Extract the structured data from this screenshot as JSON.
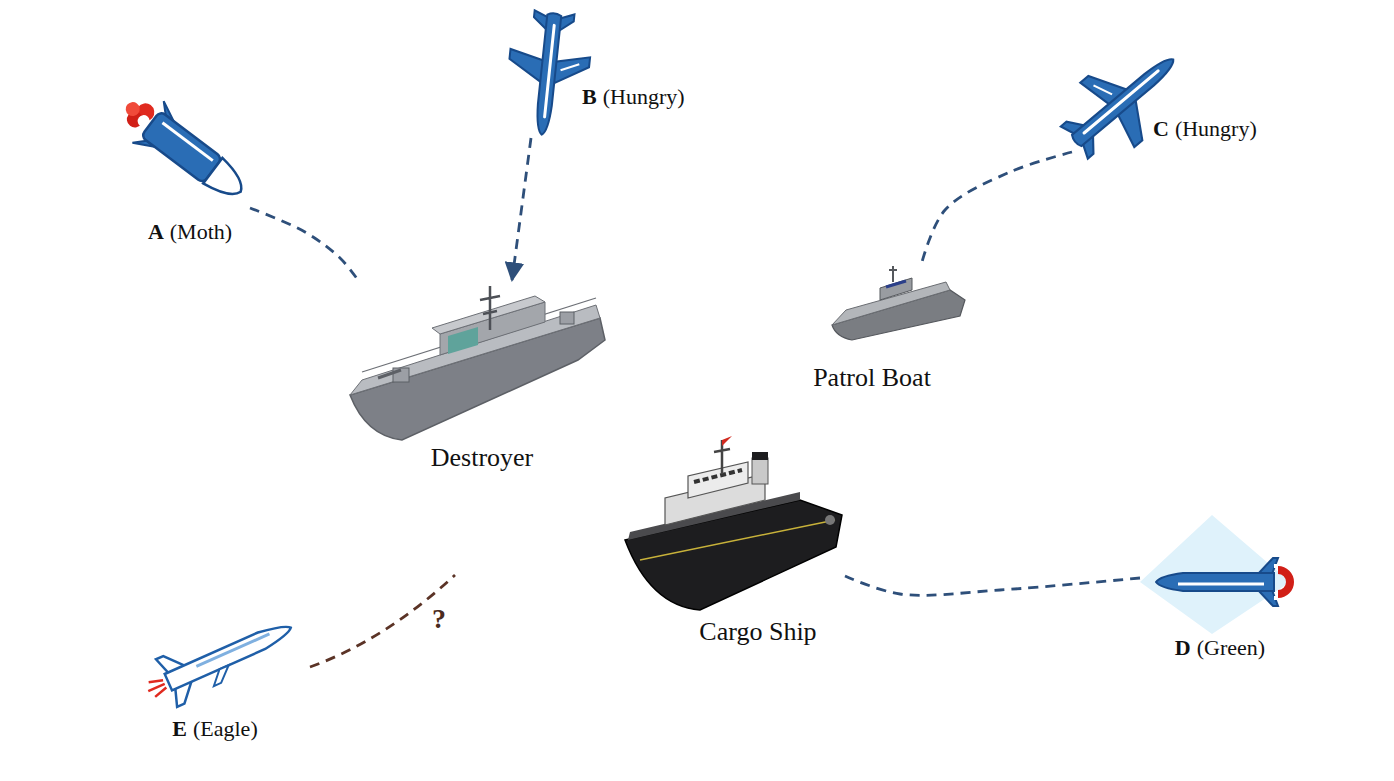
{
  "diagram": {
    "nodes": [
      {
        "text": [
          "A",
          "(Moth)"
        ]
      },
      {
        "text": [
          "B",
          "(Hungry)"
        ]
      },
      {
        "text": [
          "C",
          "(Hungry)"
        ]
      },
      {
        "text": [
          "Destroyer"
        ]
      },
      {
        "text": [
          "Patrol Boat"
        ]
      },
      {
        "text": [
          "Cargo Ship"
        ]
      },
      {
        "text": [
          "D",
          "(Green)"
        ]
      },
      {
        "text": [
          "E",
          "(Eagle)"
        ]
      }
    ],
    "edges": [
      {
        "from": 0,
        "to": 3,
        "arrow": "none"
      },
      {
        "from": 1,
        "to": 3,
        "arrow": "to"
      },
      {
        "from": 2,
        "to": 4,
        "arrow": "none"
      },
      {
        "from": 6,
        "to": 5,
        "arrow": "none"
      }
    ],
    "labels": [
      "?"
    ]
  }
}
